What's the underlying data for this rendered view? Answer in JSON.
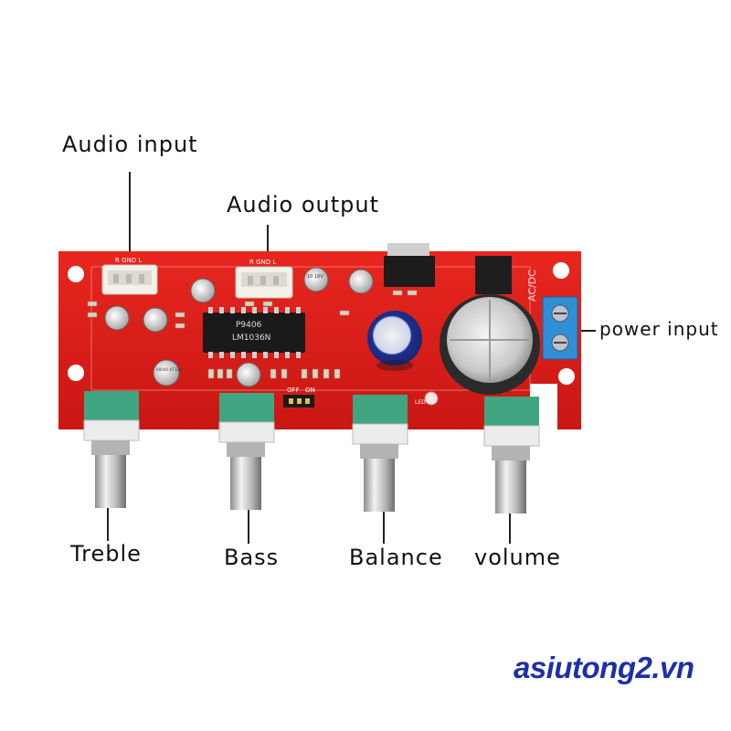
{
  "labels": {
    "audio_input": "Audio input",
    "audio_output": "Audio output",
    "power_input": "power input",
    "treble": "Treble",
    "bass": "Bass",
    "balance": "Balance",
    "volume": "volume"
  },
  "board": {
    "chip_brand": "P9406",
    "chip_model": "LM1036N",
    "power_marking": "AC/DC",
    "input_connector_marking": "R GND L",
    "output_connector_marking": "R GND L",
    "switch_marking_off": "OFF",
    "switch_marking_on": "ON",
    "led_marking": "LED",
    "cap_small_marking": "10 16V",
    "cap_medium_marking": "A0040 47 16V",
    "pcb_color": "#e0201c"
  },
  "watermark": {
    "text": "asiutong2.vn",
    "color": "#1e2fa8"
  }
}
